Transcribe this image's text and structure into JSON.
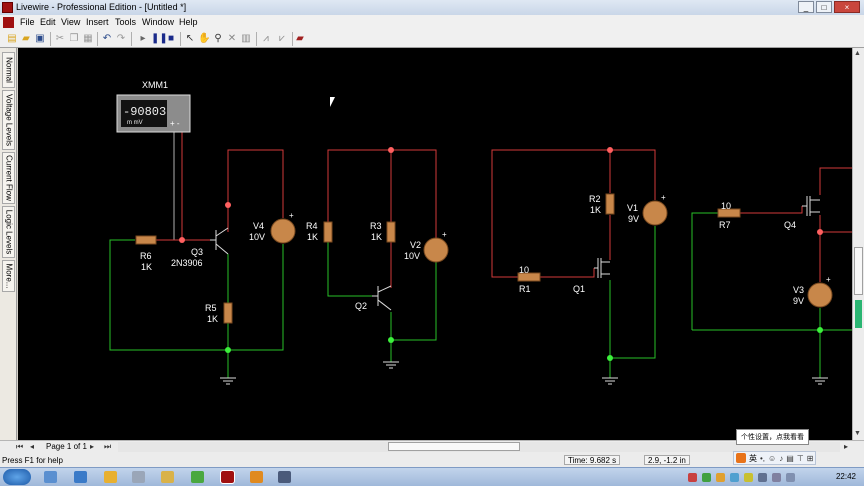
{
  "window": {
    "title": "Livewire - Professional Edition - [Untitled *]",
    "buttons": [
      "_",
      "□",
      "×"
    ]
  },
  "menu": [
    "File",
    "Edit",
    "View",
    "Insert",
    "Tools",
    "Window",
    "Help"
  ],
  "toolbar": {
    "icons": [
      "new-icon",
      "open-icon",
      "save-icon",
      "print-icon",
      "cut-icon",
      "copy-icon",
      "paste-icon",
      "undo-icon",
      "redo-icon",
      "run-icon",
      "pause-icon",
      "stop-icon",
      "select-icon",
      "pan-icon",
      "zoom-icon",
      "delete-icon",
      "probe-icon",
      "graph-icon",
      "measure-icon",
      "book-icon"
    ]
  },
  "left_tabs": [
    "Normal",
    "Voltage Levels",
    "Current Flow",
    "Logic Levels",
    "More..."
  ],
  "meter": {
    "label": "XMM1",
    "display": "-90803",
    "units": "m mV",
    "terminals": "+ -"
  },
  "labels": {
    "r6": "R6",
    "r6v": "1K",
    "q3": "Q3",
    "q3t": "2N3906",
    "r5": "R5",
    "r5v": "1K",
    "v4": "V4",
    "v4v": "10V",
    "r4": "R4",
    "r4v": "1K",
    "r3": "R3",
    "r3v": "1K",
    "v2": "V2",
    "v2v": "10V",
    "q2": "Q2",
    "r2": "R2",
    "r2v": "1K",
    "v1": "V1",
    "v1v": "9V",
    "r1v": "10",
    "r1": "R1",
    "q1": "Q1",
    "r7v": "10",
    "r7": "R7",
    "q4": "Q4",
    "v3": "V3",
    "v3v": "9V",
    "plus": "+"
  },
  "pagebar": {
    "page": "Page 1 of 1"
  },
  "status": {
    "help": "Press F1 for help",
    "time": "Time:  9.682 s",
    "coords": "2.9, -1.2 in"
  },
  "ime": {
    "tooltip": "个性设置，点我看看",
    "lang": "英"
  },
  "taskbar": {
    "clock": "22:42"
  },
  "colors": {
    "wire_red": "#d23a3a",
    "wire_green": "#28c028",
    "component": "#c8874a",
    "canvas": "#000000"
  }
}
